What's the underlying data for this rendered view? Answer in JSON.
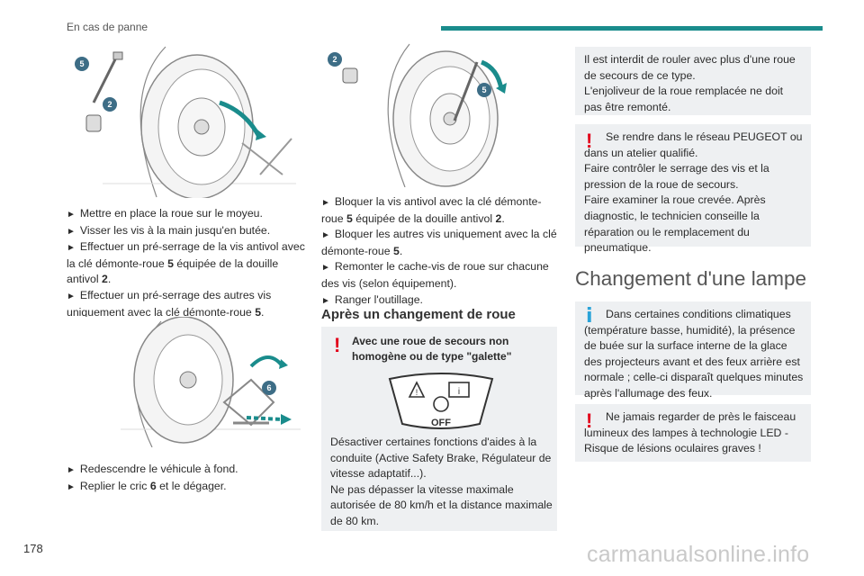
{
  "header": {
    "section": "En cas de panne",
    "page_number": "178",
    "accent": "#1a8c8c"
  },
  "watermark": "carmanualsonline.info",
  "figures": {
    "fig1": {
      "callouts": [
        "5",
        "2"
      ]
    },
    "fig2": {
      "callouts": [
        "6"
      ]
    },
    "fig3": {
      "callouts": [
        "2",
        "5"
      ]
    },
    "galette": {
      "label": "OFF"
    }
  },
  "col1": {
    "steps_a": {
      "s1": "Mettre en place la roue sur le moyeu.",
      "s2": "Visser les vis à la main jusqu'en butée.",
      "s3a": "Effectuer un pré-serrage de la vis antivol avec la clé démonte-roue ",
      "s3b": "5",
      "s3c": " équipée de la douille antivol ",
      "s3d": "2",
      "s3e": ".",
      "s4a": "Effectuer un pré-serrage des autres vis uniquement avec la clé démonte-roue ",
      "s4b": "5",
      "s4c": "."
    },
    "steps_b": {
      "s1": "Redescendre le véhicule à fond.",
      "s2a": "Replier le cric ",
      "s2b": "6",
      "s2c": " et le dégager."
    }
  },
  "col2": {
    "steps": {
      "s1a": "Bloquer la vis antivol avec la clé démonte-roue ",
      "s1b": "5",
      "s1c": " équipée de la douille antivol ",
      "s1d": "2",
      "s1e": ".",
      "s2a": "Bloquer les autres vis uniquement avec la clé démonte-roue ",
      "s2b": "5",
      "s2c": ".",
      "s3": "Remonter le cache-vis de roue sur chacune des vis (selon équipement).",
      "s4": "Ranger l'outillage."
    },
    "heading": "Après un changement de roue",
    "warning": {
      "title": "Avec une roue de secours non homogène ou de type \"galette\"",
      "line1": "Désactiver certaines fonctions d'aides à la conduite (Active Safety Brake, Régulateur de vitesse adaptatif...).",
      "line2": "Ne pas dépasser la vitesse maximale autorisée de 80 km/h et la distance maximale de 80 km."
    }
  },
  "col3": {
    "box1": {
      "line1": "Il est interdit de rouler avec plus d'une roue de secours de ce type.",
      "line2": "L'enjoliveur de la roue remplacée ne doit pas être remonté."
    },
    "box2": {
      "line1": "Se rendre dans le réseau PEUGEOT ou dans un atelier qualifié.",
      "line2": "Faire contrôler le serrage des vis et la pression de la roue de secours.",
      "line3": "Faire examiner la roue crevée. Après diagnostic, le technicien conseille la réparation ou le remplacement du pneumatique."
    },
    "heading": "Changement d'une lampe",
    "info": {
      "text": "Dans certaines conditions climatiques (température basse, humidité), la présence de buée sur la surface interne de la glace des projecteurs avant et des feux arrière est normale ; celle-ci disparaît quelques minutes après l'allumage des feux."
    },
    "warning": {
      "text": "Ne jamais regarder de près le faisceau lumineux des lampes à technologie LED - Risque de lésions oculaires graves !"
    }
  }
}
